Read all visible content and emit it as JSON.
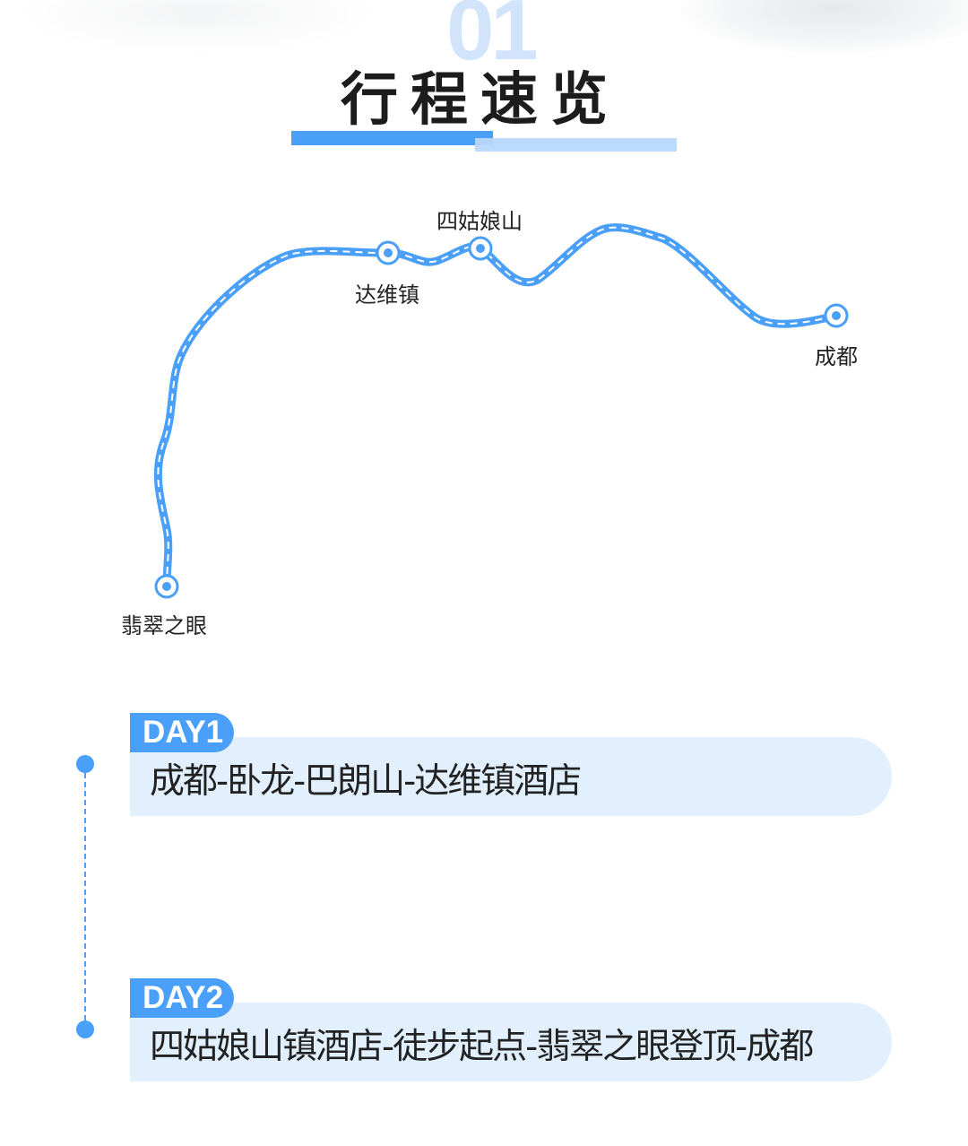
{
  "header": {
    "number": "01",
    "title": "行程速览"
  },
  "map": {
    "stops": [
      "四姑娘山",
      "达维镇",
      "成都",
      "翡翠之眼"
    ]
  },
  "days": [
    {
      "tag": "DAY1",
      "route": "成都-卧龙-巴朗山-达维镇酒店"
    },
    {
      "tag": "DAY2",
      "route": "四姑娘山镇酒店-徒步起点-翡翠之眼登顶-成都"
    }
  ],
  "colors": {
    "accent": "#4a9ff8",
    "light": "#b8d8fc",
    "card": "#e2f0fe"
  }
}
